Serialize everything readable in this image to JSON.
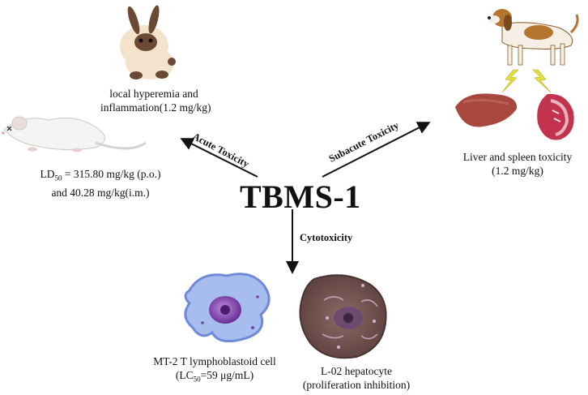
{
  "title": "TBMS-1",
  "arrows": {
    "acute": "Acute Toxicity",
    "subacute": "Subacute Toxicity",
    "cyto": "Cytotoxicity"
  },
  "rabbit": {
    "line1": "local hyperemia and",
    "line2": "inflammation(1.2  mg/kg)"
  },
  "mouse": {
    "ld_prefix": "LD",
    "ld_sub": "50",
    "ld_rest": " = 315.80 mg/kg (p.o.)",
    "line2": "and 40.28 mg/kg(i.m.)"
  },
  "dog": {
    "line1": "Liver and spleen toxicity",
    "line2": "(1.2 mg/kg)"
  },
  "mt2": {
    "line1": "MT-2 T lymphoblastoid cell",
    "lc_prefix": "(LC",
    "lc_sub": "50",
    "lc_rest": "=59 μg/mL)"
  },
  "hep": {
    "line1": "L-02 hepatocyte",
    "line2": "(proliferation inhibition)"
  },
  "icons": [
    "rabbit-icon",
    "mouse-icon",
    "dog-icon",
    "liver-icon",
    "spleen-icon",
    "lightning-icon",
    "lymphoblastoid-cell-icon",
    "hepatocyte-icon"
  ],
  "colors": {
    "rabbit_fur": "#f3e3cc",
    "rabbit_dark": "#6b4a35",
    "mouse_fur": "#f4f4f2",
    "liver": "#a8473d",
    "spleen": "#c3334d",
    "lightning": "#e4de3a",
    "cell_blue": "#9fb5ea",
    "nucleus_purple": "#7a3fa3",
    "hepatocyte": "#7b5a55"
  }
}
